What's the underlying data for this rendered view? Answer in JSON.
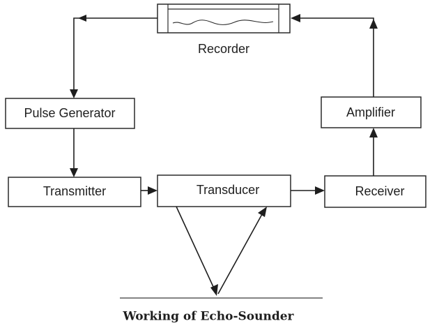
{
  "diagram": {
    "nodes": [
      {
        "id": "recorder",
        "label": "Recorder"
      },
      {
        "id": "pulse-generator",
        "label": "Pulse Generator"
      },
      {
        "id": "transmitter",
        "label": "Transmitter"
      },
      {
        "id": "transducer",
        "label": "Transducer"
      },
      {
        "id": "receiver",
        "label": "Receiver"
      },
      {
        "id": "amplifier",
        "label": "Amplifier"
      }
    ],
    "edges": [
      {
        "from": "recorder",
        "to": "pulse-generator"
      },
      {
        "from": "pulse-generator",
        "to": "transmitter"
      },
      {
        "from": "transmitter",
        "to": "transducer"
      },
      {
        "from": "transducer",
        "to": "receiver"
      },
      {
        "from": "receiver",
        "to": "amplifier"
      },
      {
        "from": "amplifier",
        "to": "recorder"
      }
    ],
    "caption": "Working of Echo-Sounder"
  }
}
